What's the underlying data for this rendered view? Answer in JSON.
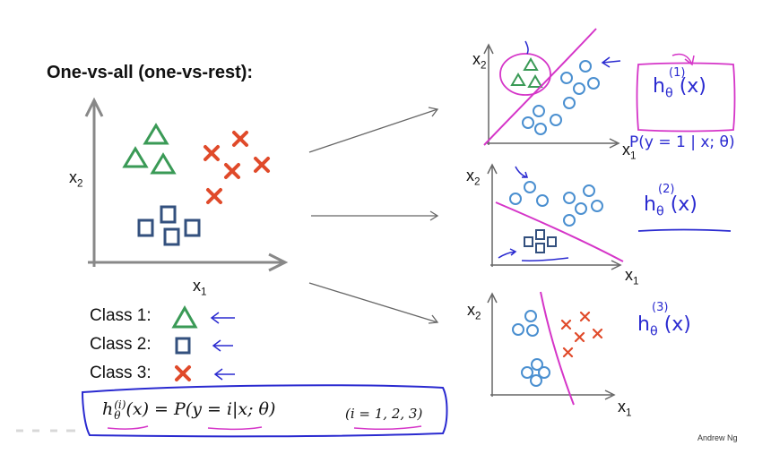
{
  "title": "One-vs-all (one-vs-rest):",
  "main_plot": {
    "x_label": "x",
    "x_sub": "1",
    "y_label": "x",
    "y_sub": "2"
  },
  "legend": [
    {
      "label": "Class 1:",
      "marker": "triangle-icon"
    },
    {
      "label": "Class 2:",
      "marker": "square-icon"
    },
    {
      "label": "Class 3:",
      "marker": "cross-icon"
    }
  ],
  "formula": {
    "lhs": "h",
    "lhs_sup": "(i)",
    "lhs_sub": "θ",
    "rhs": "(x) = P(y = i|x; θ)",
    "range": "(i = 1, 2, 3)"
  },
  "panels": [
    {
      "x_label": "x",
      "x_sub": "1",
      "y_label": "x",
      "y_sub": "2",
      "hyp": "h",
      "hyp_sub": "θ",
      "hyp_arg": "(x)",
      "hyp_sup": "(1)",
      "prob": "P(y = 1 | x; θ)"
    },
    {
      "x_label": "x",
      "x_sub": "1",
      "y_label": "x",
      "y_sub": "2",
      "hyp": "h",
      "hyp_sub": "θ",
      "hyp_arg": "(x)",
      "hyp_sup": "(2)"
    },
    {
      "x_label": "x",
      "x_sub": "1",
      "y_label": "x",
      "y_sub": "2",
      "hyp": "h",
      "hyp_sub": "θ",
      "hyp_arg": "(x)",
      "hyp_sup": "(3)"
    }
  ],
  "credit": "Andrew Ng",
  "colors": {
    "triangle": "#3a9a56",
    "square": "#33507e",
    "cross": "#e04a2a",
    "circle": "#4a8fd0",
    "boundary": "#d535c8",
    "annotation": "#2a2ad0"
  }
}
